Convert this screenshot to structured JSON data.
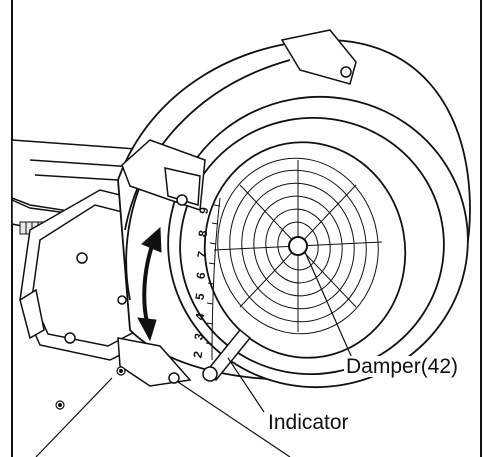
{
  "labels": {
    "damper": "Damper(42)",
    "indicator": "Indicator"
  },
  "scale_numbers": [
    "9",
    "8",
    "7",
    "6",
    "5",
    "4",
    "3",
    "2"
  ],
  "colors": {
    "ink": "#111111",
    "paper": "#ffffff",
    "shade": "#d9d9d9"
  },
  "icons": {
    "arrow": "double-headed-curved-arrow-icon"
  }
}
